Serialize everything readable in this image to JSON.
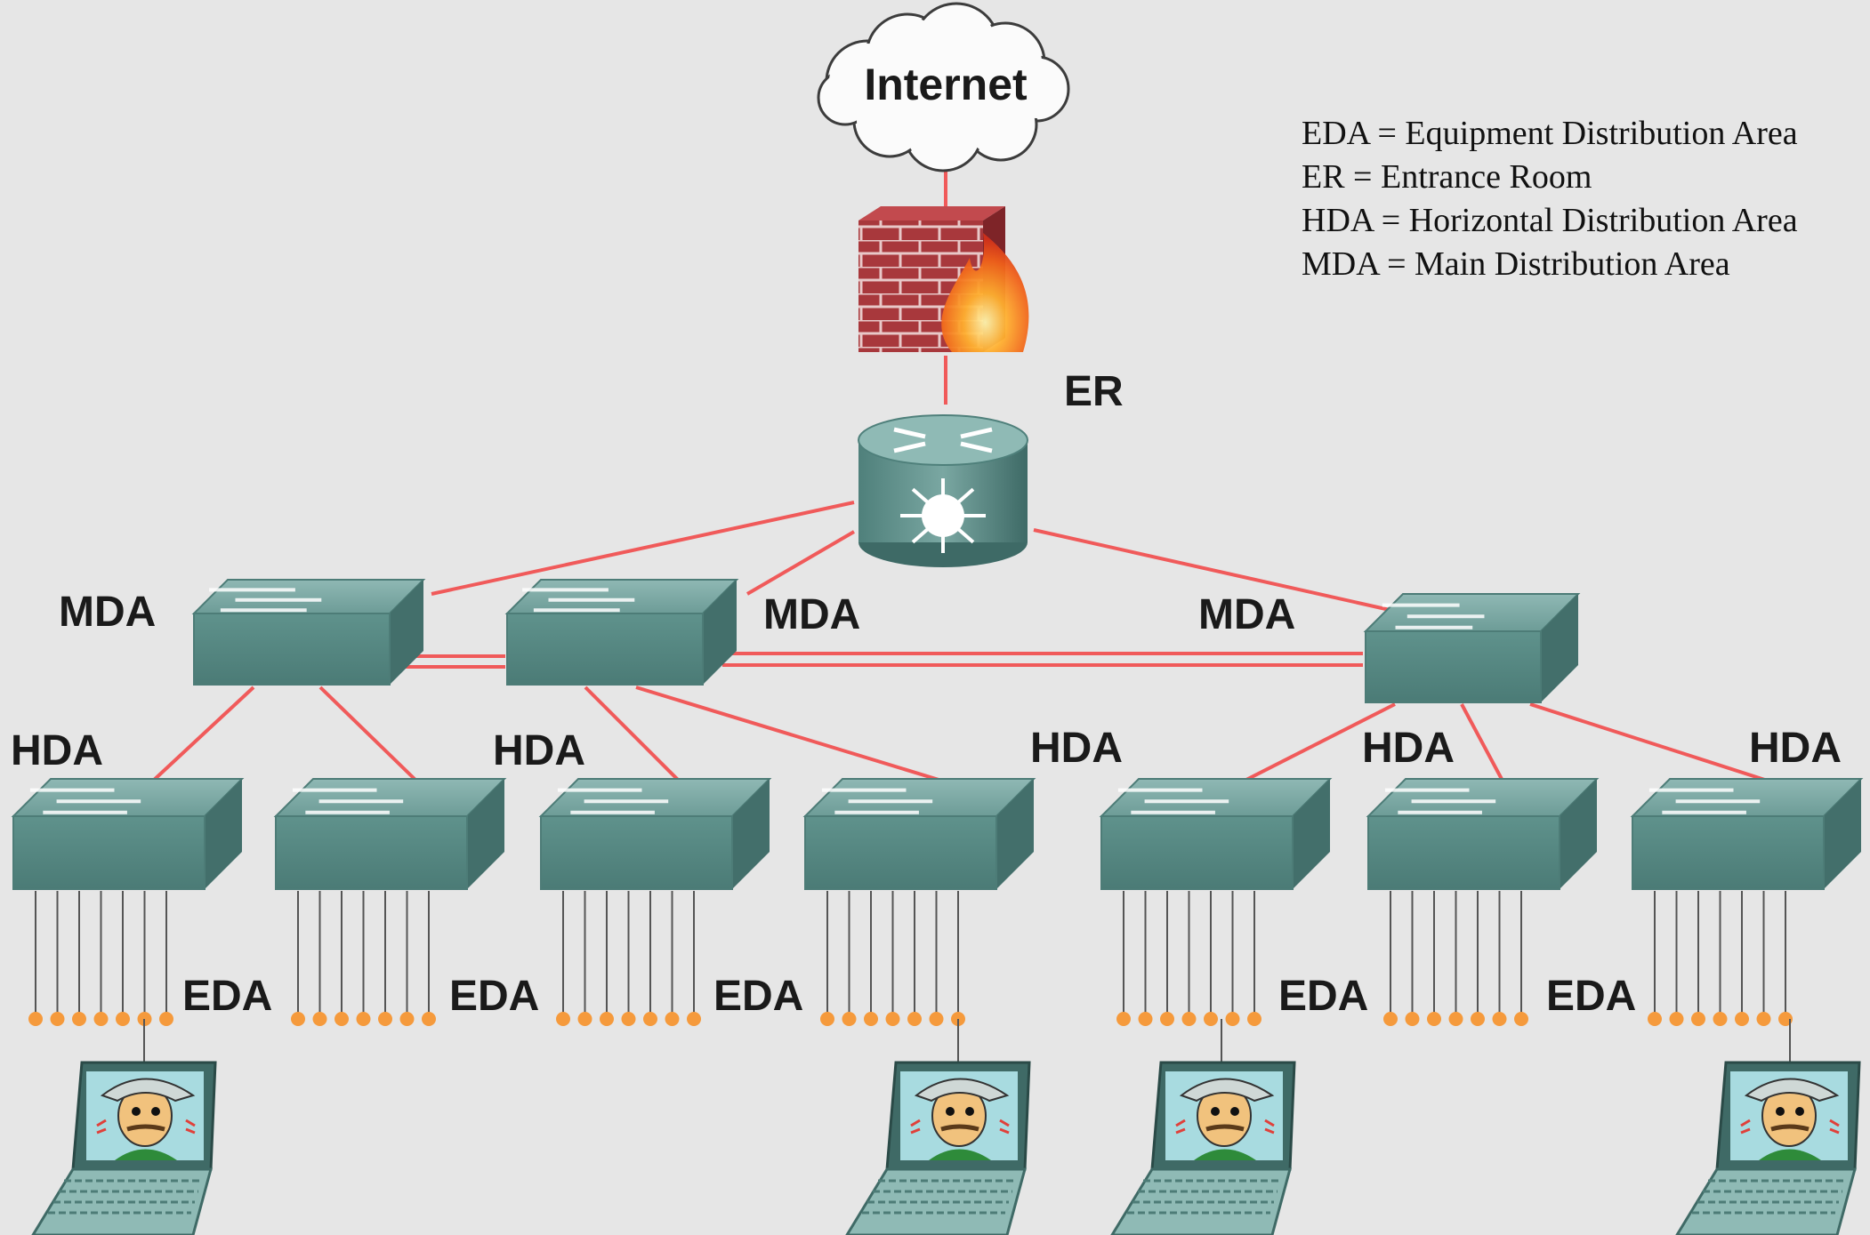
{
  "internet_label": "Internet",
  "er_label": "ER",
  "mda_labels": [
    "MDA",
    "MDA",
    "MDA"
  ],
  "hda_labels": [
    "HDA",
    "HDA",
    "HDA",
    "HDA",
    "HDA"
  ],
  "eda_labels": [
    "EDA",
    "EDA",
    "EDA",
    "EDA",
    "EDA"
  ],
  "legend": [
    "EDA = Equipment Distribution Area",
    "ER = Entrance Room",
    "HDA = Horizontal Distribution Area",
    "MDA = Main Distribution Area"
  ],
  "colors": {
    "link": "#f05a5a",
    "switch": "#5e8f8a",
    "port": "#f59a3c",
    "firewall": "#a8383c",
    "background": "#e6e6e6"
  },
  "icons": {
    "cloud": "cloud-icon",
    "firewall": "firewall-icon",
    "router": "router-icon",
    "switch": "switch-icon",
    "laptop": "laptop-icon"
  }
}
